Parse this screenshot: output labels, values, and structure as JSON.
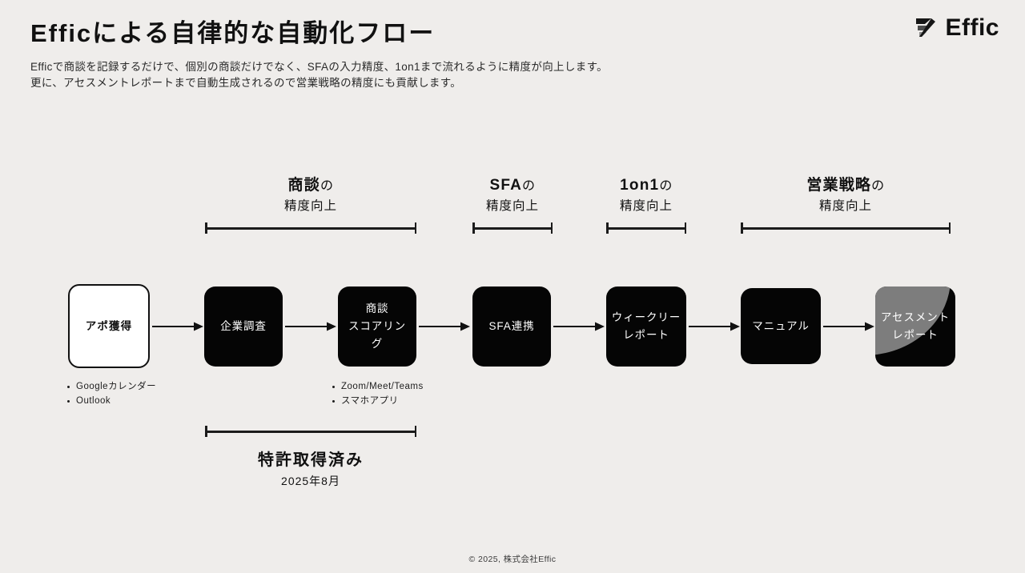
{
  "page": {
    "title": "Efficによる自律的な自動化フロー",
    "subtitle_line1": "Efficで商談を記録するだけで、個別の商談だけでなく、SFAの入力精度、1on1まで流れるように精度が向上します。",
    "subtitle_line2": "更に、アセスメントレポートまで自動生成されるので営業戦略の精度にも貢献します。",
    "background_color": "#efedeb",
    "accent_color": "#050505"
  },
  "logo": {
    "mark_icon": "effic-chevron-icon",
    "text": "Effic"
  },
  "phase_brackets": [
    {
      "bold": "商談",
      "suffix": "の",
      "line2": "精度向上"
    },
    {
      "bold": "SFA",
      "suffix": "の",
      "line2": "精度向上"
    },
    {
      "bold": "1on1",
      "suffix": "の",
      "line2": "精度向上"
    },
    {
      "bold": "営業戦略",
      "suffix": "の",
      "line2": "精度向上"
    }
  ],
  "flow_nodes": [
    {
      "id": "appointment",
      "lines": [
        "アポ獲得"
      ],
      "style": "outline"
    },
    {
      "id": "company-research",
      "lines": [
        "企業調査"
      ],
      "style": "filled"
    },
    {
      "id": "deal-scoring",
      "lines": [
        "商談",
        "スコアリング"
      ],
      "style": "filled"
    },
    {
      "id": "sfa-link",
      "lines": [
        "SFA連携"
      ],
      "style": "filled"
    },
    {
      "id": "weekly-report",
      "lines": [
        "ウィークリー",
        "レポート"
      ],
      "style": "filled"
    },
    {
      "id": "manual",
      "lines": [
        "マニュアル"
      ],
      "style": "filled"
    },
    {
      "id": "assessment-report",
      "lines": [
        "アセスメント",
        "レポート"
      ],
      "style": "gradient"
    }
  ],
  "source_lists": [
    {
      "for": "appointment",
      "items": [
        "Googleカレンダー",
        "Outlook"
      ]
    },
    {
      "for": "deal-scoring",
      "items": [
        "Zoom/Meet/Teams",
        "スマホアプリ"
      ]
    }
  ],
  "patent": {
    "title": "特許取得済み",
    "date": "2025年8月"
  },
  "footer": {
    "copyright": "© 2025, 株式会社Effic"
  }
}
